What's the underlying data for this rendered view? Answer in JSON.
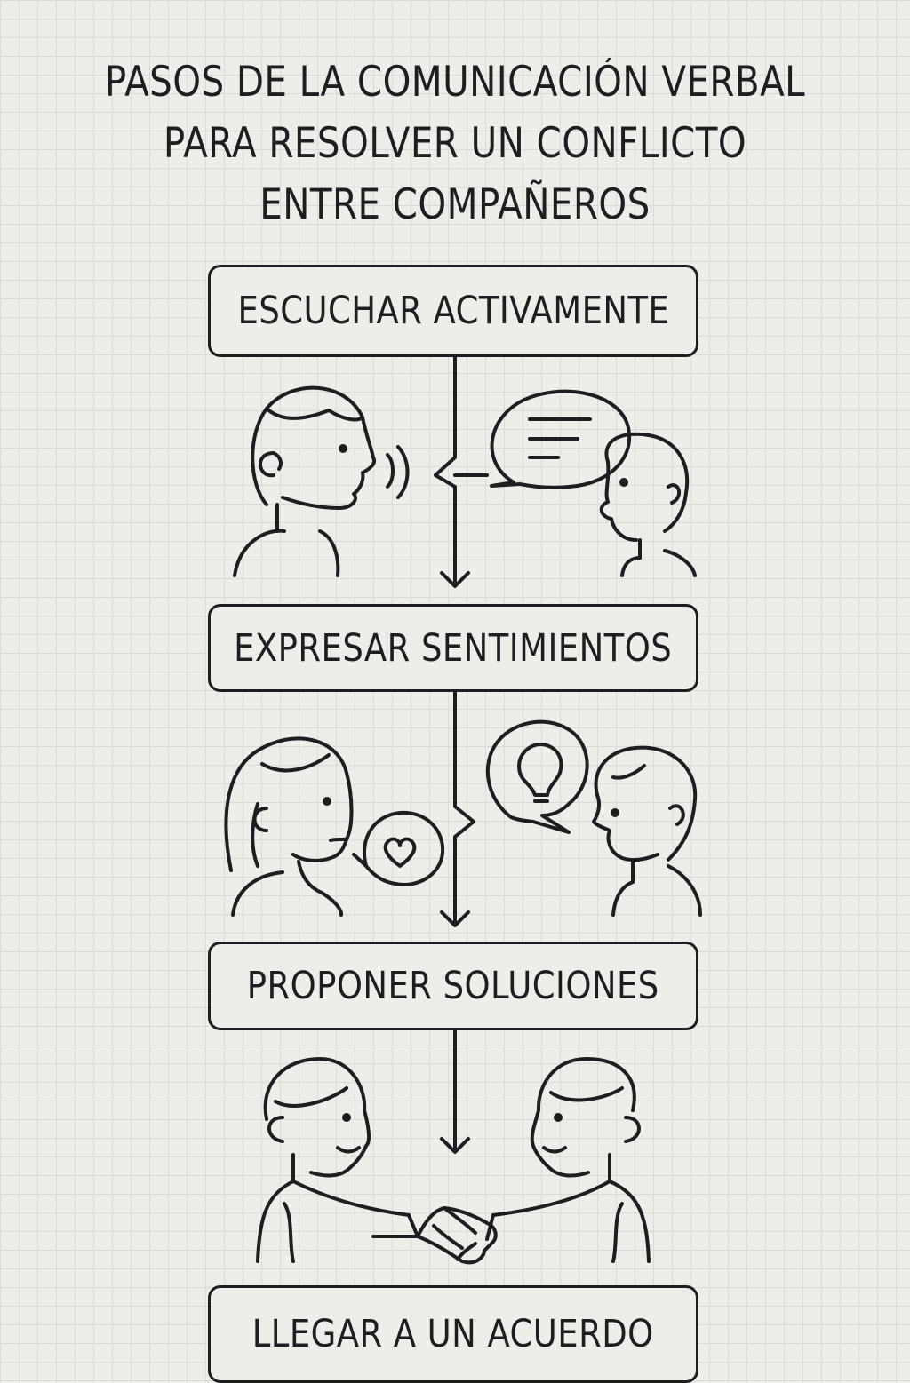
{
  "title": {
    "line1": "PASOS DE LA COMUNICACIÓN VERBAL",
    "line2": "PARA RESOLVER UN CONFLICTO",
    "line3": "ENTRE COMPAÑEROS"
  },
  "steps": [
    {
      "label": "ESCUCHAR ACTIVAMENTE",
      "icon": "listening-people-icon"
    },
    {
      "label": "EXPRESAR SENTIMIENTOS",
      "icon": "heart-lightbulb-speech-icon"
    },
    {
      "label": "PROPONER SOLUCIONES",
      "icon": "handshake-icon"
    },
    {
      "label": "LLEGAR A UN ACUERDO",
      "icon": ""
    }
  ],
  "colors": {
    "line": "#1e1e1e",
    "background": "#efedea",
    "grid": "#dcdad6"
  }
}
